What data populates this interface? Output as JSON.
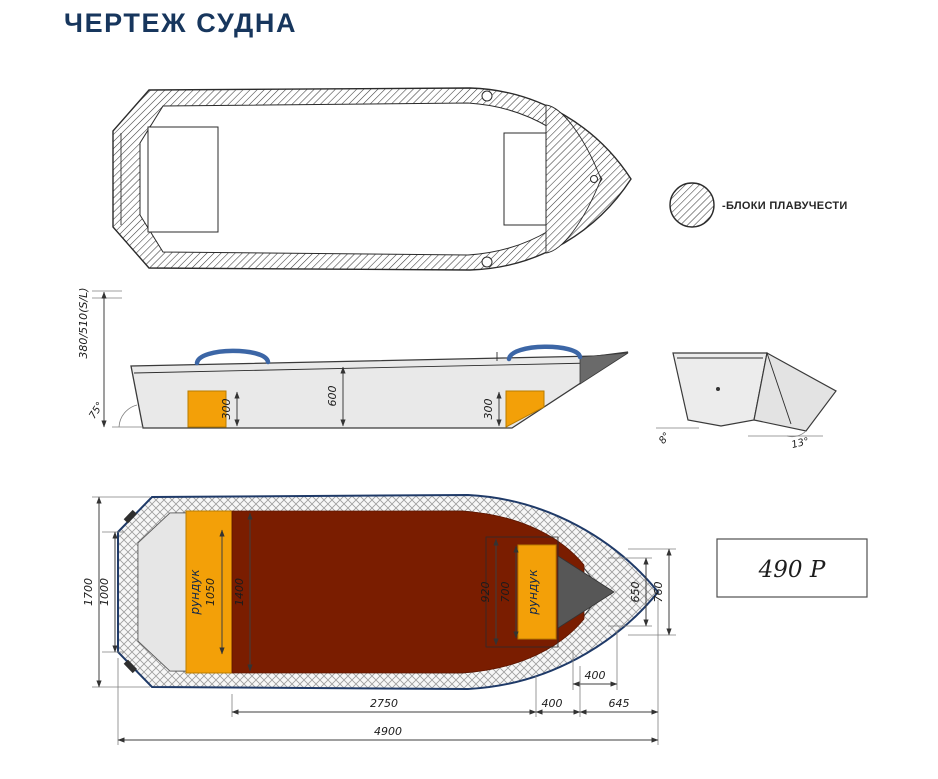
{
  "title": "ЧЕРТЕЖ СУДНА",
  "legend": {
    "label": "-БЛОКИ ПЛАВУЧЕСТИ"
  },
  "price": {
    "label": "490 Р"
  },
  "colors": {
    "accent_navy": "#17365D",
    "flotation_orange": "#F3A008",
    "floor_maroon": "#7A1D00",
    "hull_outline_blue": "#1F3A68",
    "rail_blue": "#3C66A6"
  },
  "side_view": {
    "depth_label": "380/510(S/L)",
    "stem_angle": "75°",
    "seat_left_height": "300",
    "mid_depth": "600",
    "seat_right_height": "300"
  },
  "transom_view": {
    "bottom_angle": "8°",
    "transom_angle": "13°"
  },
  "plan_view": {
    "locker_label": "рундук",
    "beam_overall": "1700",
    "transom_width": "1000",
    "locker_width": "1050",
    "cockpit_width": "1400",
    "aft_deck_width": "920",
    "aft_deck_inner": "700",
    "bow_width_inner": "650",
    "bow_width_outer": "760",
    "cockpit_length": "2750",
    "mid_seg_400": "400",
    "bow_seg_400_upper": "400",
    "bow_deck_length": "645",
    "length_overall": "4900"
  }
}
